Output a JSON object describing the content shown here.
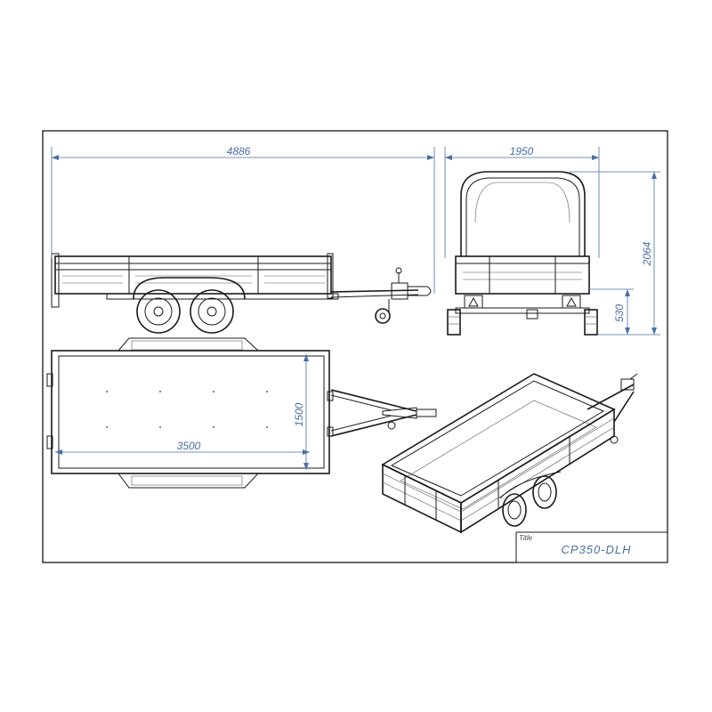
{
  "dimensions": {
    "overall_length": "4886",
    "overall_width": "1950",
    "overall_height": "2064",
    "bed_height": "530",
    "bed_length": "3500",
    "bed_width": "1500"
  },
  "title_block": {
    "caption": "Title",
    "name": "CP350-DLH"
  },
  "colors": {
    "dimension": "#4a6fa5",
    "line": "#1a1a1a"
  }
}
